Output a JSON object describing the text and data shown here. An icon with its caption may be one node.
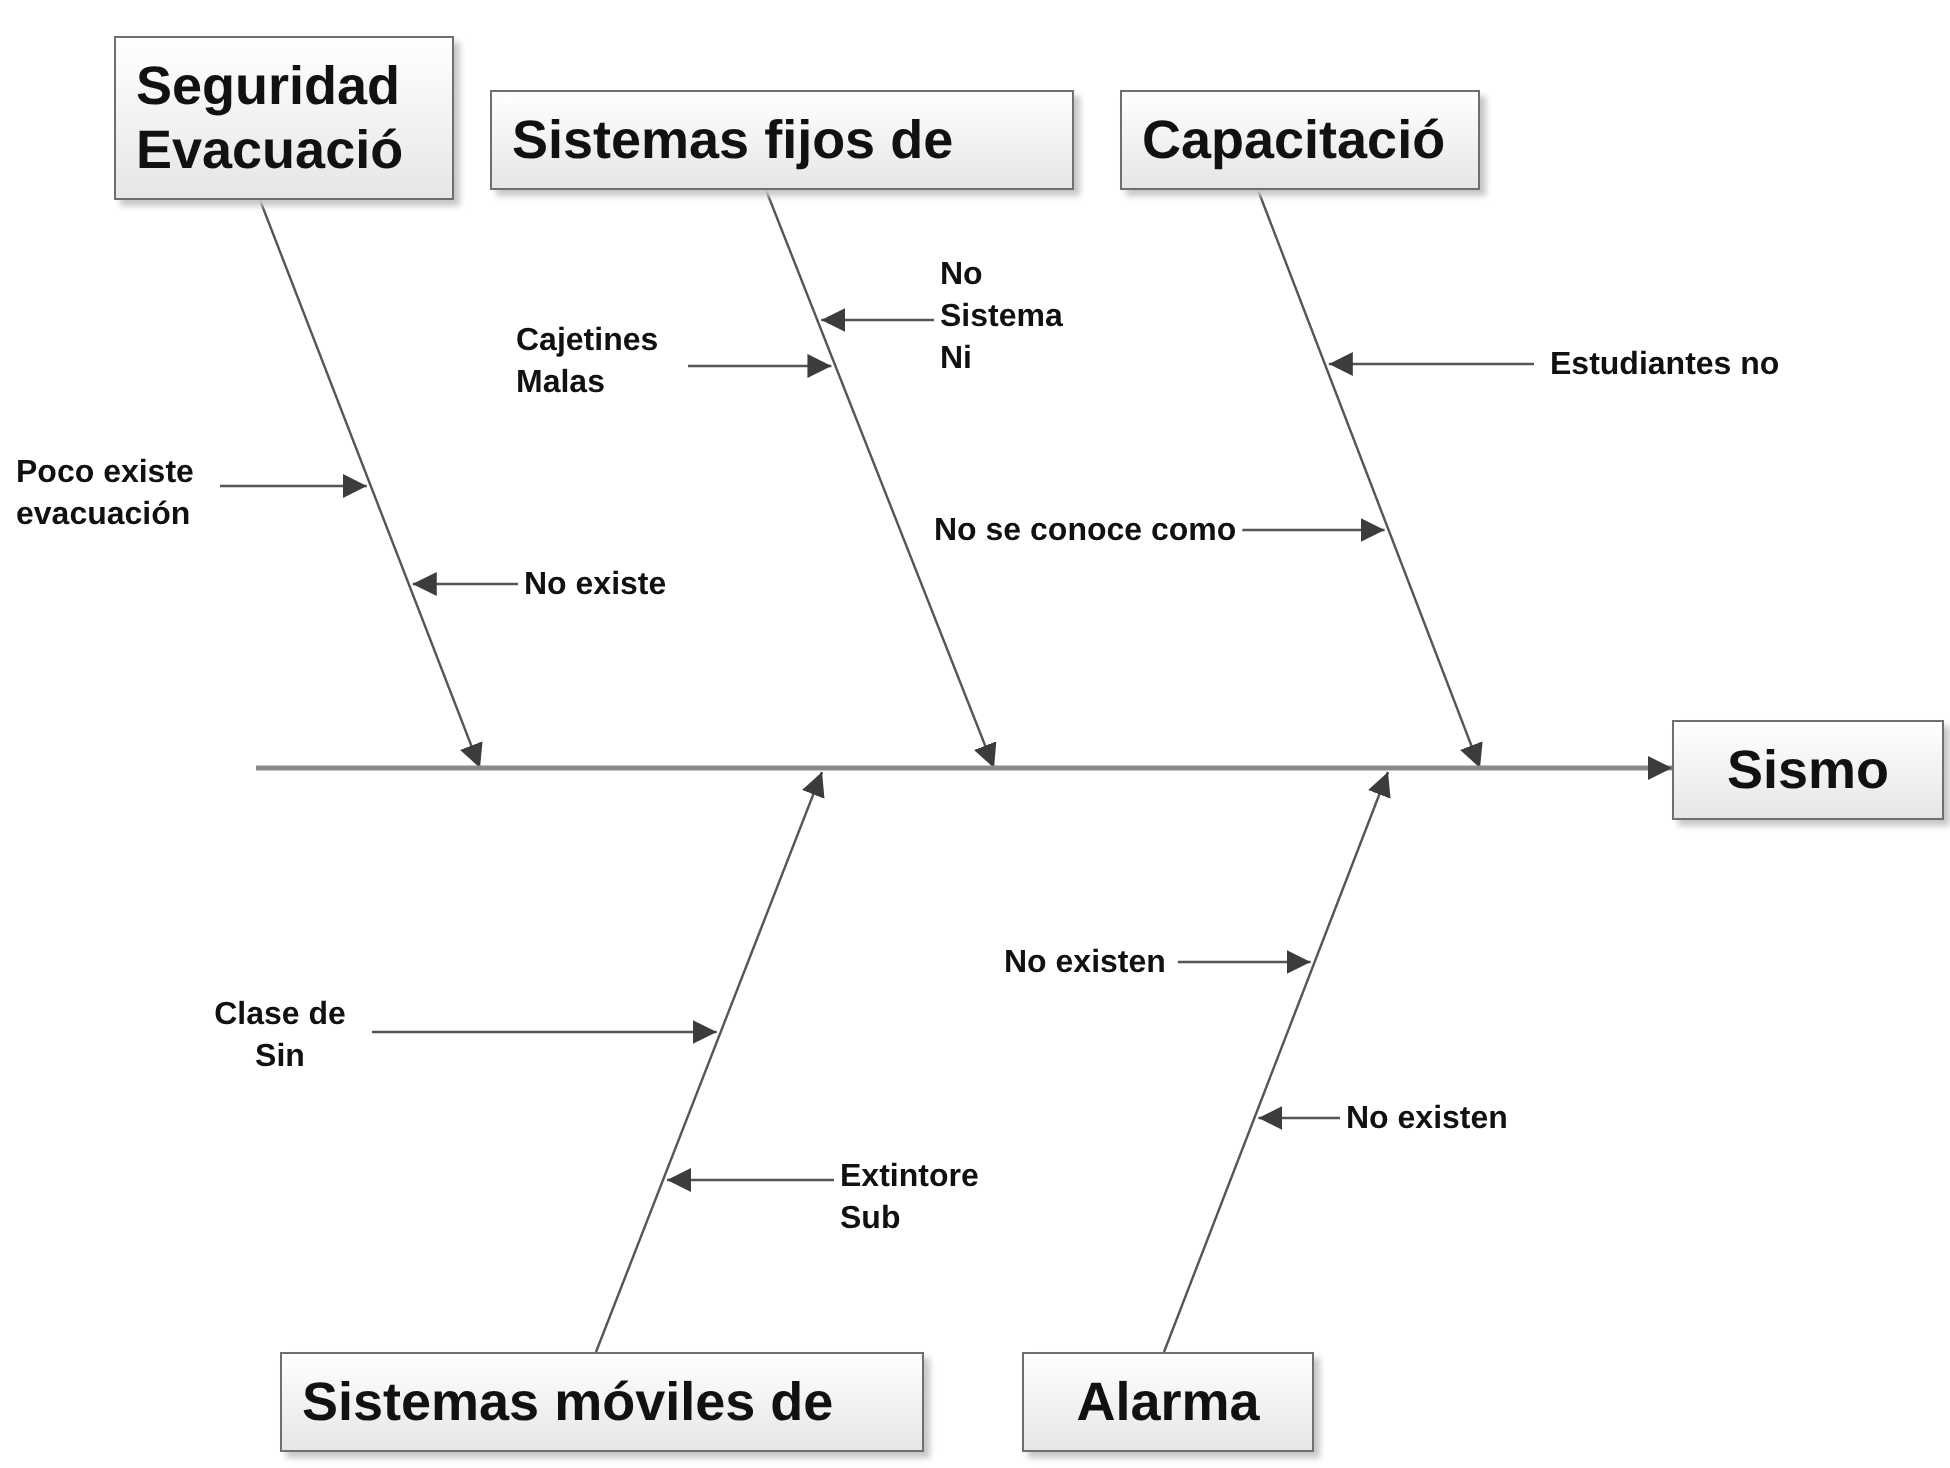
{
  "diagram": {
    "nodes": [
      {
        "text": [
          "Seguridad Evacuació"
        ]
      },
      {
        "text": [
          "Sistemas fijos de"
        ]
      },
      {
        "text": [
          "Capacitació"
        ]
      },
      {
        "text": [
          "Poco existe evacuación"
        ]
      },
      {
        "text": [
          "No existe"
        ]
      },
      {
        "text": [
          "Cajetines Malas"
        ]
      },
      {
        "text": [
          "No Sistema Ni"
        ]
      },
      {
        "text": [
          "No se conoce como"
        ]
      },
      {
        "text": [
          "Estudiantes no"
        ]
      },
      {
        "text": [
          "Sismo"
        ]
      },
      {
        "text": [
          "Clase de Sin"
        ]
      },
      {
        "text": [
          "Extintore Sub"
        ]
      },
      {
        "text": [
          "No existen"
        ]
      },
      {
        "text": [
          "No existen"
        ]
      },
      {
        "text": [
          "Sistemas móviles de"
        ]
      },
      {
        "text": [
          "Alarma"
        ]
      }
    ],
    "edges": [
      {
        "from": 0,
        "to": null,
        "arrow": "to"
      },
      {
        "from": 1,
        "to": null,
        "arrow": "to"
      },
      {
        "from": 2,
        "to": null,
        "arrow": "to"
      },
      {
        "from": null,
        "to": 9,
        "arrow": "to"
      },
      {
        "from": 14,
        "to": null,
        "arrow": "to"
      },
      {
        "from": 15,
        "to": null,
        "arrow": "to"
      },
      {
        "from": 3,
        "to": null,
        "arrow": "to"
      },
      {
        "from": 4,
        "to": null,
        "arrow": "to"
      },
      {
        "from": 5,
        "to": null,
        "arrow": "to"
      },
      {
        "from": 6,
        "to": null,
        "arrow": "to"
      },
      {
        "from": 7,
        "to": null,
        "arrow": "to"
      },
      {
        "from": 8,
        "to": null,
        "arrow": "to"
      },
      {
        "from": 10,
        "to": null,
        "arrow": "to"
      },
      {
        "from": 11,
        "to": null,
        "arrow": "to"
      },
      {
        "from": 12,
        "to": null,
        "arrow": "to"
      },
      {
        "from": 13,
        "to": null,
        "arrow": "to"
      }
    ]
  }
}
